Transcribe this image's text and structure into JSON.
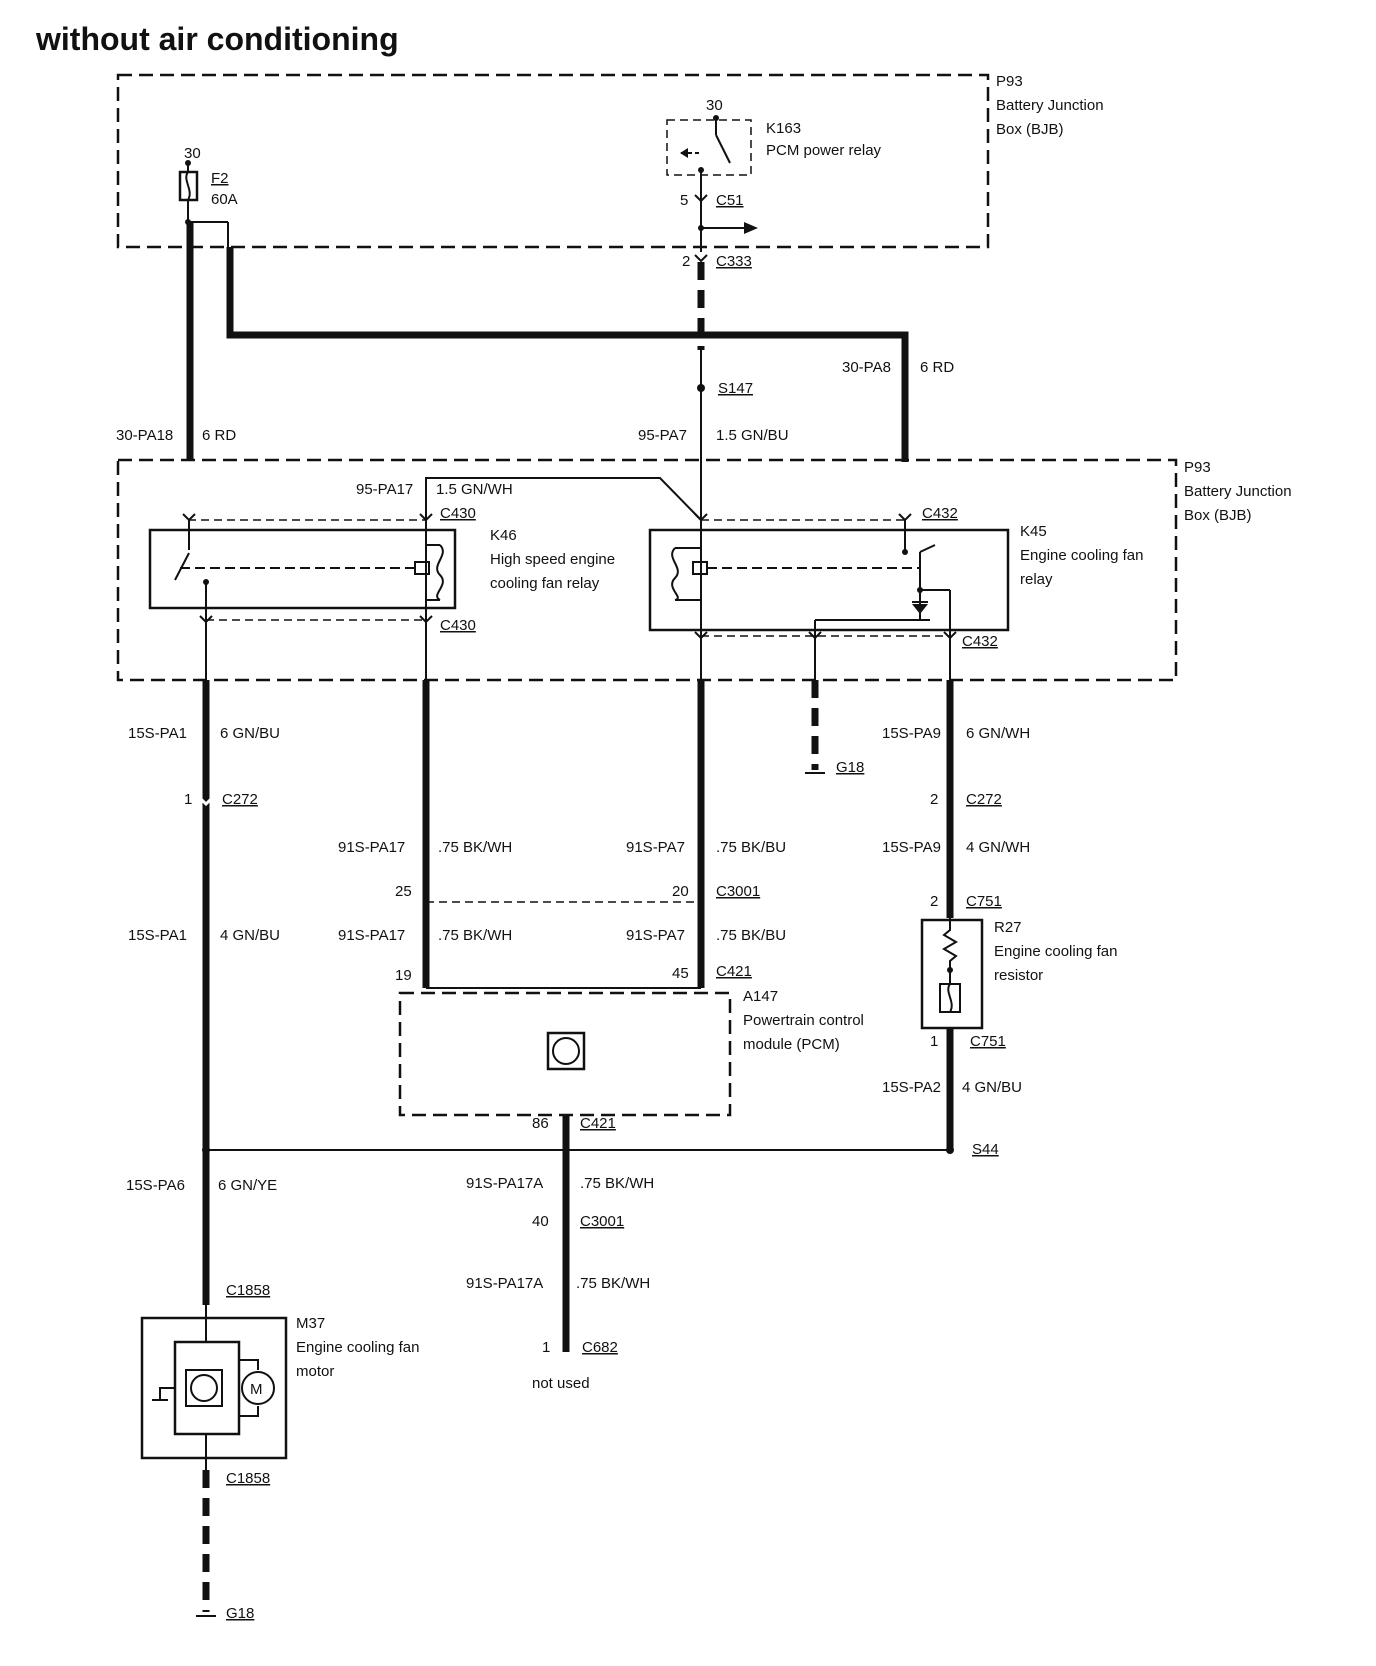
{
  "title": "without air conditioning",
  "bjb_top": {
    "id": "P93",
    "name_line1": "Battery Junction",
    "name_line2": "Box (BJB)"
  },
  "bjb_mid": {
    "id": "P93",
    "name_line1": "Battery Junction",
    "name_line2": "Box (BJB)"
  },
  "fuse": {
    "pin": "30",
    "id": "F2",
    "rating": "60A"
  },
  "k163": {
    "pin": "30",
    "id": "K163",
    "name": "PCM power relay",
    "out_pin": "5",
    "out_conn": "C51"
  },
  "c333": {
    "pin": "2",
    "id": "C333"
  },
  "s147": "S147",
  "wires": {
    "w30pa8": {
      "code": "30-PA8",
      "spec": "6 RD"
    },
    "w30pa18": {
      "code": "30-PA18",
      "spec": "6 RD"
    },
    "w95pa7": {
      "code": "95-PA7",
      "spec": "1.5 GN/BU"
    },
    "w95pa17": {
      "code": "95-PA17",
      "spec": "1.5 GN/WH"
    },
    "w15pa1a": {
      "code": "15S-PA1",
      "spec": "6 GN/BU"
    },
    "w15pa1b": {
      "code": "15S-PA1",
      "spec": "4 GN/BU"
    },
    "w15pa9a": {
      "code": "15S-PA9",
      "spec": "6 GN/WH"
    },
    "w15pa9b": {
      "code": "15S-PA9",
      "spec": "4 GN/WH"
    },
    "w91pa17a": {
      "code": "91S-PA17",
      "spec": ".75 BK/WH"
    },
    "w91pa17b": {
      "code": "91S-PA17",
      "spec": ".75 BK/WH"
    },
    "w91pa7a": {
      "code": "91S-PA7",
      "spec": ".75 BK/BU"
    },
    "w91pa7b": {
      "code": "91S-PA7",
      "spec": ".75 BK/BU"
    },
    "w15pa2": {
      "code": "15S-PA2",
      "spec": "4 GN/BU"
    },
    "w15pa6": {
      "code": "15S-PA6",
      "spec": "6 GN/YE"
    },
    "w91pa17Aa": {
      "code": "91S-PA17A",
      "spec": ".75 BK/WH"
    },
    "w91pa17Ab": {
      "code": "91S-PA17A",
      "spec": ".75 BK/WH"
    }
  },
  "k46": {
    "id": "K46",
    "line1": "High speed engine",
    "line2": "cooling fan relay",
    "conn_top": "C430",
    "conn_bot": "C430"
  },
  "k45": {
    "id": "K45",
    "line1": "Engine cooling fan",
    "line2": "relay",
    "conn_top": "C432",
    "conn_bot": "C432"
  },
  "g18_mid": "G18",
  "c272": {
    "pin_left": "1",
    "pin_right": "2",
    "id": "C272"
  },
  "c3001": {
    "pin_a": "25",
    "pin_b": "20",
    "id": "C3001",
    "pin_c": "40"
  },
  "c421": {
    "pin_a": "19",
    "pin_b": "45",
    "id": "C421",
    "pin_c": "86"
  },
  "a147": {
    "id": "A147",
    "line1": "Powertrain control",
    "line2": "module (PCM)"
  },
  "c751": {
    "pin_top": "2",
    "pin_bot": "1",
    "id": "C751"
  },
  "r27": {
    "id": "R27",
    "line1": "Engine cooling fan",
    "line2": "resistor"
  },
  "s44": "S44",
  "c682": {
    "pin": "1",
    "id": "C682",
    "note": "not used"
  },
  "m37": {
    "id": "M37",
    "line1": "Engine cooling fan",
    "line2": "motor",
    "conn_top": "C1858",
    "conn_bot": "C1858",
    "motor_glyph": "M"
  },
  "g18_bot": "G18"
}
